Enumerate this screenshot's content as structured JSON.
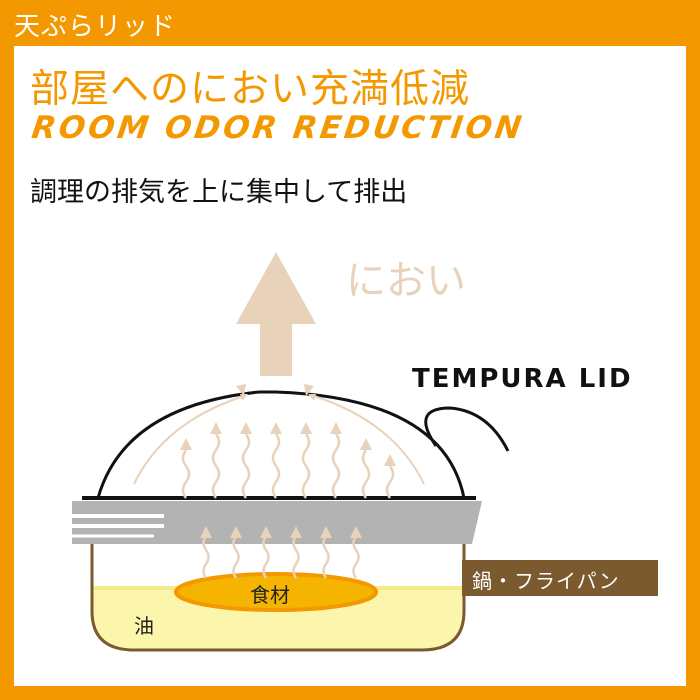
{
  "header": {
    "title": "天ぷらリッド"
  },
  "main": {
    "title": "部屋へのにおい充満低減",
    "title_en": "ROOM ODOR REDUCTION",
    "description": "調理の排気を上に集中して排出"
  },
  "diagram": {
    "odor_label": "におい",
    "lid_label": "TEMPURA LID",
    "food_label": "食材",
    "oil_label": "油",
    "pan_label": "鍋・フライパン"
  },
  "colors": {
    "brand_orange": "#f39800",
    "odor_beige": "#e8d2ba",
    "pan_brown": "#7a5a2e",
    "oil_yellow": "#fcf6ac",
    "food_orange": "#f5b400",
    "lid_gray": "#bbbbbb"
  }
}
